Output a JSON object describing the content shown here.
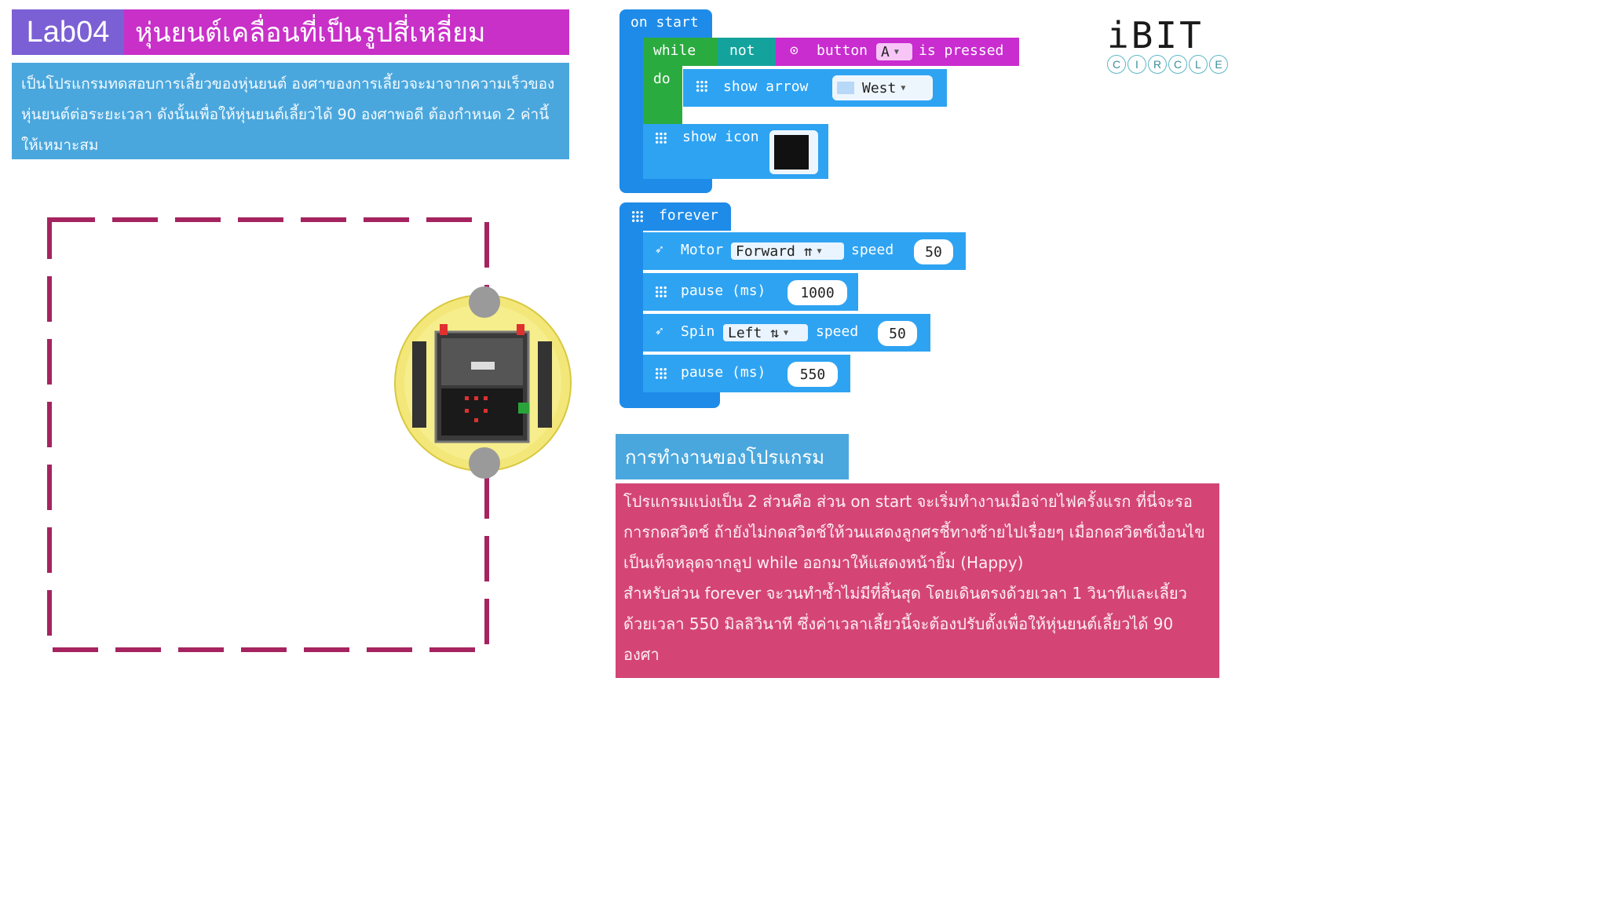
{
  "title": {
    "lab": "Lab04",
    "heading": "หุ่นยนต์เคลื่อนที่เป็นรูปสี่เหลี่ยม"
  },
  "description": "เป็นโปรแกรมทดสอบการเลี้ยวของหุ่นยนต์ องศาของการเลี้ยวจะมาจากความเร็วของหุ่นยนต์ต่อระยะเวลา ดังนั้นเพื่อให้หุ่นยนต์เลี้ยวได้ 90 องศาพอดี ต้องกำหนด 2 ค่านี้ให้เหมาะสม",
  "logo": {
    "name": "iBIT",
    "letters": [
      "C",
      "I",
      "R",
      "C",
      "L",
      "E"
    ]
  },
  "on_start": {
    "label": "on start",
    "while": "while",
    "not": "not",
    "button": "button",
    "button_value": "A",
    "is_pressed": "is pressed",
    "do": "do",
    "show_arrow": "show arrow",
    "arrow_value": "West",
    "show_icon": "show icon"
  },
  "forever": {
    "label": "forever",
    "motor": "Motor",
    "motor_dir": "Forward ⇈",
    "speed": "speed",
    "motor_speed": "50",
    "pause": "pause (ms)",
    "pause1": "1000",
    "spin": "Spin",
    "spin_dir": "Left ⇅",
    "spin_speed": "50",
    "pause2": "550"
  },
  "explain": {
    "heading": "การทำงานของโปรแกรม",
    "para1": "โปรแกรมแบ่งเป็น 2 ส่วนคือ ส่วน on start จะเริ่มทำงานเมื่อจ่ายไฟครั้งแรก ที่นี่จะรอการกดสวิตช์ ถ้ายังไม่กดสวิตช์ให้วนแสดงลูกศรชี้ทางซ้ายไปเรื่อยๆ เมื่อกดสวิตช์เงื่อนไขเป็นเท็จหลุดจากลูป while ออกมาให้แสดงหน้ายิ้ม (Happy)",
    "para2": "สำหรับส่วน forever จะวนทำซ้ำไม่มีที่สิ้นสุด โดยเดินตรงด้วยเวลา 1 วินาทีและเลี้ยวด้วยเวลา 550 มิลลิวินาที ซึ่งค่าเวลาเลี้ยวนี้จะต้องปรับตั้งเพื่อให้หุ่นยนต์เลี้ยวได้ 90 องศา"
  },
  "colors": {
    "lab_tag": "#7b5fd4",
    "title": "#c830c8",
    "desc": "#4aa7dd",
    "path": "#a5245f",
    "explain": "#d44576",
    "block_blue": "#1e8be8"
  }
}
